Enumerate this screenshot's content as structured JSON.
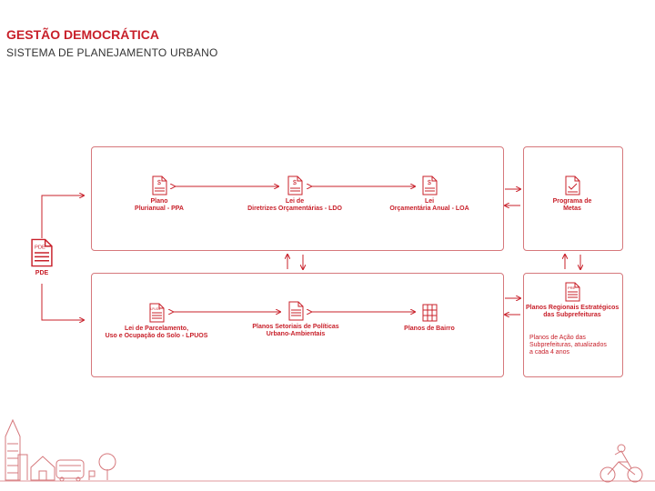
{
  "header": {
    "title": "GESTÃO DEMOCRÁTICA",
    "subtitle": "SISTEMA DE PLANEJAMENTO URBANO"
  },
  "pde": {
    "icon_text": "PDE",
    "label": "PDE"
  },
  "top_box": {
    "ppa": {
      "icon_text": "$",
      "line1": "Plano",
      "line2": "Plurianual - PPA"
    },
    "ldo": {
      "icon_text": "$",
      "line1": "Lei de",
      "line2": "Diretrizes Orçamentárias - LDO"
    },
    "loa": {
      "icon_text": "$",
      "line1": "Lei",
      "line2": "Orçamentária Anual - LOA"
    }
  },
  "programa_box": {
    "line1": "Programa de",
    "line2": "Metas"
  },
  "bottom_box": {
    "lpuos": {
      "icon_text": "LPUOS",
      "line1": "Lei de Parcelamento,",
      "line2": "Uso e Ocupação do Solo - LPUOS"
    },
    "setoriais": {
      "line1": "Planos Setoriais de Políticas",
      "line2": "Urbano-Ambientais"
    },
    "bairro": {
      "line1": "Planos de Bairro"
    }
  },
  "regional_box": {
    "icon_text": "PRE",
    "line1": "Planos Regionais Estratégicos",
    "line2": "das Subprefeituras",
    "note1": "Planos de Ação das",
    "note2": "Subprefeituras, atualizados",
    "note3": "a cada 4 anos"
  },
  "colors": {
    "accent": "#c8202a",
    "border": "#d6787c"
  }
}
